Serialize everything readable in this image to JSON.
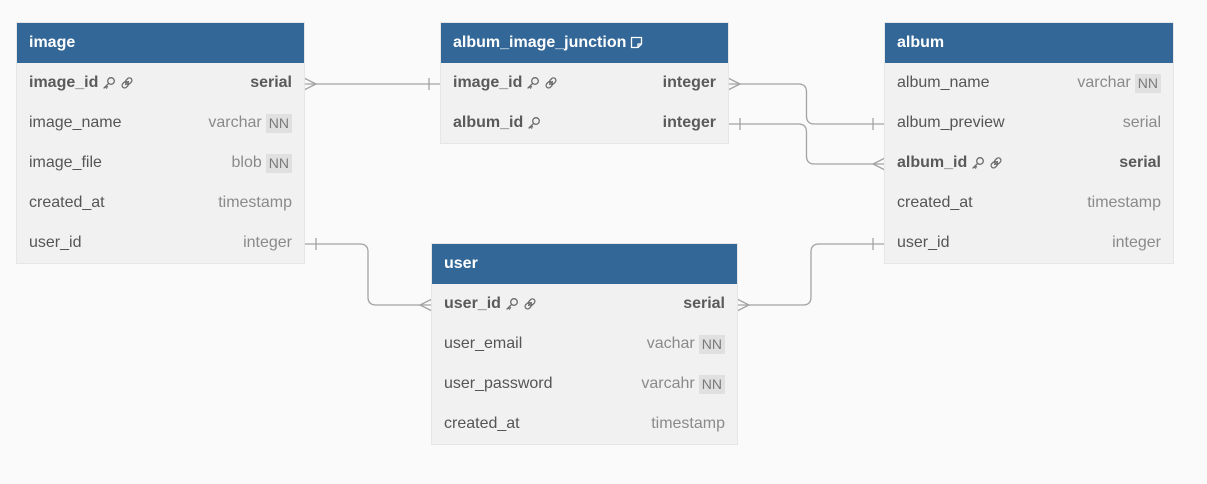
{
  "tables": [
    {
      "id": "image",
      "name": "image",
      "has_note": false,
      "fields": [
        {
          "name": "image_id",
          "type": "serial",
          "pk": true,
          "ref": true,
          "nn": false
        },
        {
          "name": "image_name",
          "type": "varchar",
          "pk": false,
          "ref": false,
          "nn": true
        },
        {
          "name": "image_file",
          "type": "blob",
          "pk": false,
          "ref": false,
          "nn": true
        },
        {
          "name": "created_at",
          "type": "timestamp",
          "pk": false,
          "ref": false,
          "nn": false
        },
        {
          "name": "user_id",
          "type": "integer",
          "pk": false,
          "ref": false,
          "nn": false
        }
      ]
    },
    {
      "id": "album_image_junction",
      "name": "album_image_junction",
      "has_note": true,
      "fields": [
        {
          "name": "image_id",
          "type": "integer",
          "pk": true,
          "ref": true,
          "nn": false
        },
        {
          "name": "album_id",
          "type": "integer",
          "pk": true,
          "ref": false,
          "nn": false
        }
      ]
    },
    {
      "id": "album",
      "name": "album",
      "has_note": false,
      "fields": [
        {
          "name": "album_name",
          "type": "varchar",
          "pk": false,
          "ref": false,
          "nn": true
        },
        {
          "name": "album_preview",
          "type": "serial",
          "pk": false,
          "ref": false,
          "nn": false
        },
        {
          "name": "album_id",
          "type": "serial",
          "pk": true,
          "ref": true,
          "nn": false
        },
        {
          "name": "created_at",
          "type": "timestamp",
          "pk": false,
          "ref": false,
          "nn": false
        },
        {
          "name": "user_id",
          "type": "integer",
          "pk": false,
          "ref": false,
          "nn": false
        }
      ]
    },
    {
      "id": "user",
      "name": "user",
      "has_note": false,
      "fields": [
        {
          "name": "user_id",
          "type": "serial",
          "pk": true,
          "ref": true,
          "nn": false
        },
        {
          "name": "user_email",
          "type": "vachar",
          "pk": false,
          "ref": false,
          "nn": true
        },
        {
          "name": "user_password",
          "type": "varcahr",
          "pk": false,
          "ref": false,
          "nn": true
        },
        {
          "name": "created_at",
          "type": "timestamp",
          "pk": false,
          "ref": false,
          "nn": false
        }
      ]
    }
  ],
  "nn_label": "NN",
  "colors": {
    "header_bg": "#326797",
    "header_text": "#ffffff",
    "table_bg": "#f1f1f1",
    "link": "#a3a3a3",
    "canvas": "#fafafa"
  },
  "relationships": [
    {
      "from": "image.image_id",
      "to": "album_image_junction.image_id",
      "from_end": "many",
      "to_end": "one"
    },
    {
      "from": "album_image_junction.image_id",
      "to": "album.album_preview",
      "from_end": "many",
      "to_end": "one"
    },
    {
      "from": "album_image_junction.album_id",
      "to": "album.album_id",
      "from_end": "one",
      "to_end": "many"
    },
    {
      "from": "image.user_id",
      "to": "user.user_id",
      "from_end": "one",
      "to_end": "many"
    },
    {
      "from": "user.user_id",
      "to": "album.user_id",
      "from_end": "many",
      "to_end": "one"
    }
  ]
}
